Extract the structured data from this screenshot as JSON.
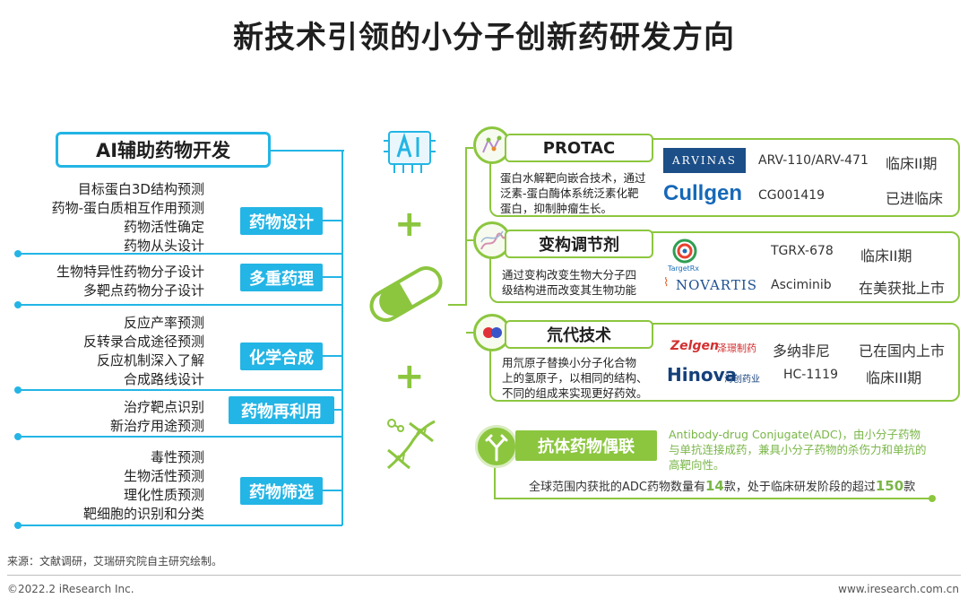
{
  "title": "新技术引领的小分子创新药研发方向",
  "left": {
    "header": "AI辅助药物开发",
    "groups": [
      {
        "tag": "药物设计",
        "items": [
          "目标蛋白3D结构预测",
          "药物-蛋白质相互作用预测",
          "药物活性确定",
          "药物从头设计"
        ]
      },
      {
        "tag": "多重药理",
        "items": [
          "生物特异性药物分子设计",
          "多靶点药物分子设计"
        ]
      },
      {
        "tag": "化学合成",
        "items": [
          "反应产率预测",
          "反转录合成途径预测",
          "反应机制深入了解",
          "合成路线设计"
        ]
      },
      {
        "tag": "药物再利用",
        "items": [
          "治疗靶点识别",
          "新治疗用途预测"
        ]
      },
      {
        "tag": "药物筛选",
        "items": [
          "毒性预测",
          "生物活性预测",
          "理化性质预测",
          "靶细胞的识别和分类"
        ]
      }
    ]
  },
  "right": {
    "protac": {
      "title": "PROTAC",
      "desc": [
        "蛋白水解靶向嵌合技术，通过",
        "泛素-蛋白酶体系统泛素化靶",
        "蛋白，抑制肿瘤生长。"
      ],
      "companies": [
        {
          "logo": "ARVINAS",
          "drug": "ARV-110/ARV-471",
          "stage": "临床II期"
        },
        {
          "logo": "Cullgen",
          "drug": "CG001419",
          "stage": "已进临床"
        }
      ]
    },
    "allosteric": {
      "title": "变构调节剂",
      "desc": [
        "通过变构改变生物大分子四",
        "级结构进而改变其生物功能"
      ],
      "companies": [
        {
          "logo": "TargetRx",
          "drug": "TGRX-678",
          "stage": "临床II期"
        },
        {
          "logo": "NOVARTIS",
          "drug": "Asciminib",
          "stage": "在美获批上市"
        }
      ]
    },
    "deuterium": {
      "title": "氘代技术",
      "desc": [
        "用氘原子替换小分子化合物",
        "上的氢原子，以相同的结构、",
        "不同的组成来实现更好药效。"
      ],
      "companies": [
        {
          "logo": "Zelgen",
          "logo_cn": "泽璟制药",
          "drug": "多纳非尼",
          "stage": "已在国内上市"
        },
        {
          "logo": "Hinova",
          "logo_cn": "海创药业",
          "drug": "HC-1119",
          "stage": "临床III期"
        }
      ]
    },
    "adc": {
      "title": "抗体药物偶联",
      "desc": [
        "Antibody-drug Conjugate(ADC)，由小分子药物",
        "与单抗连接成药，兼具小分子药物的杀伤力和单抗的",
        "高靶向性。"
      ],
      "stat_pre": "全球范围内获批的ADC药物数量有",
      "stat_num1": "14",
      "stat_mid": "款，处于临床研发阶段的超过",
      "stat_num2": "150",
      "stat_post": "款"
    }
  },
  "plus_sign": "+",
  "footer": {
    "source": "来源：文献调研，艾瑞研究院自主研究绘制。",
    "copyright": "©2022.2 iResearch Inc.",
    "website": "www.iresearch.com.cn"
  },
  "colors": {
    "blue": "#23b5e5",
    "green": "#8cc63f",
    "green_text": "#7ab648"
  }
}
